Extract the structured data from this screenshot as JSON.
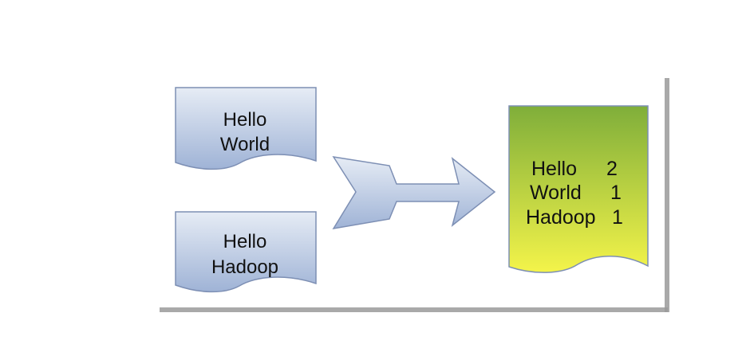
{
  "input_documents": [
    {
      "lines": [
        "Hello",
        "World"
      ]
    },
    {
      "lines": [
        "Hello",
        "Hadoop"
      ]
    }
  ],
  "result_document": {
    "rows": [
      {
        "word": "Hello",
        "count": "2"
      },
      {
        "word": "World",
        "count": "1"
      },
      {
        "word": "Hadoop",
        "count": "1"
      }
    ]
  },
  "colors": {
    "input_doc_top": "#e6ecf5",
    "input_doc_bottom": "#9fb3d6",
    "input_doc_border": "#7d8fb4",
    "arrow_top": "#e6ecf5",
    "arrow_bottom": "#9fb3d6",
    "result_doc_top": "#7fae3a",
    "result_doc_bottom": "#f4f44a",
    "result_doc_border": "#7d8fb4",
    "frame_shadow": "#9a9a9a"
  }
}
